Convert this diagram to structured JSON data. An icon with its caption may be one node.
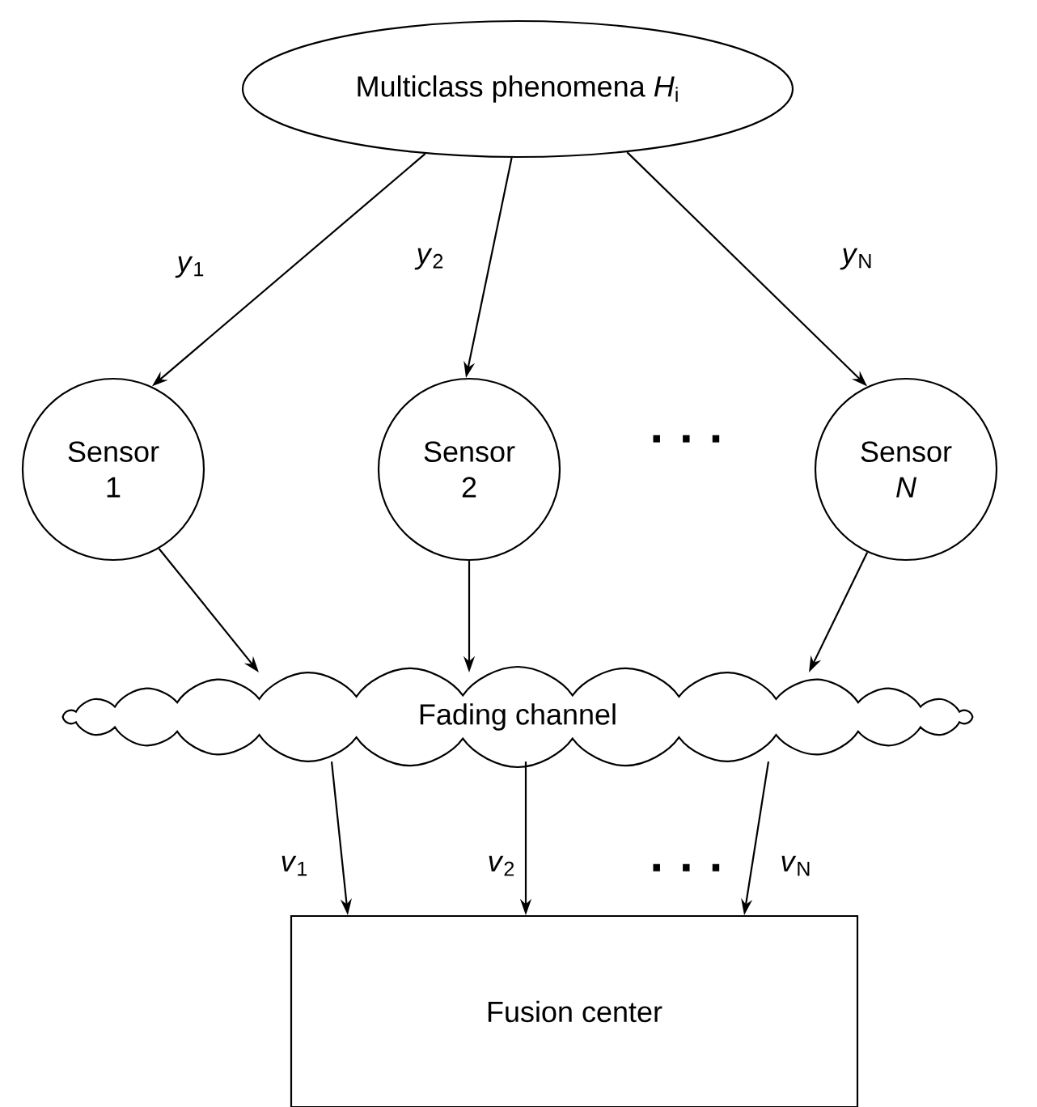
{
  "diagram": {
    "nodes": [
      {
        "text": [
          "Multiclass phenomena *H*$_{i}$"
        ]
      },
      {
        "text": [
          "Sensor 1"
        ]
      },
      {
        "text": [
          "Sensor 2"
        ]
      },
      {
        "text": [
          "Sensor *N*"
        ]
      },
      {
        "text": [
          "Fading channel"
        ]
      },
      {
        "text": [
          "Fusion center"
        ]
      }
    ],
    "edges": [
      {
        "from": 0,
        "to": 1,
        "arrow": "to",
        "label": "*y*$_{1}$"
      },
      {
        "from": 0,
        "to": 2,
        "arrow": "to",
        "label": "*y*$_{2}$"
      },
      {
        "from": 0,
        "to": 3,
        "arrow": "to",
        "label": "*y*$_{N}$"
      },
      {
        "from": 1,
        "to": 4,
        "arrow": "to"
      },
      {
        "from": 2,
        "to": 4,
        "arrow": "to"
      },
      {
        "from": 3,
        "to": 4,
        "arrow": "to"
      },
      {
        "from": 4,
        "to": 5,
        "arrow": "to",
        "label": "*v*$_{1}$"
      },
      {
        "from": 4,
        "to": 5,
        "arrow": "to",
        "label": "*v*$_{2}$"
      },
      {
        "from": 4,
        "to": 5,
        "arrow": "to",
        "label": "*v*$_{N}$"
      }
    ],
    "labels": [
      "· · ·",
      "· · ·"
    ]
  }
}
